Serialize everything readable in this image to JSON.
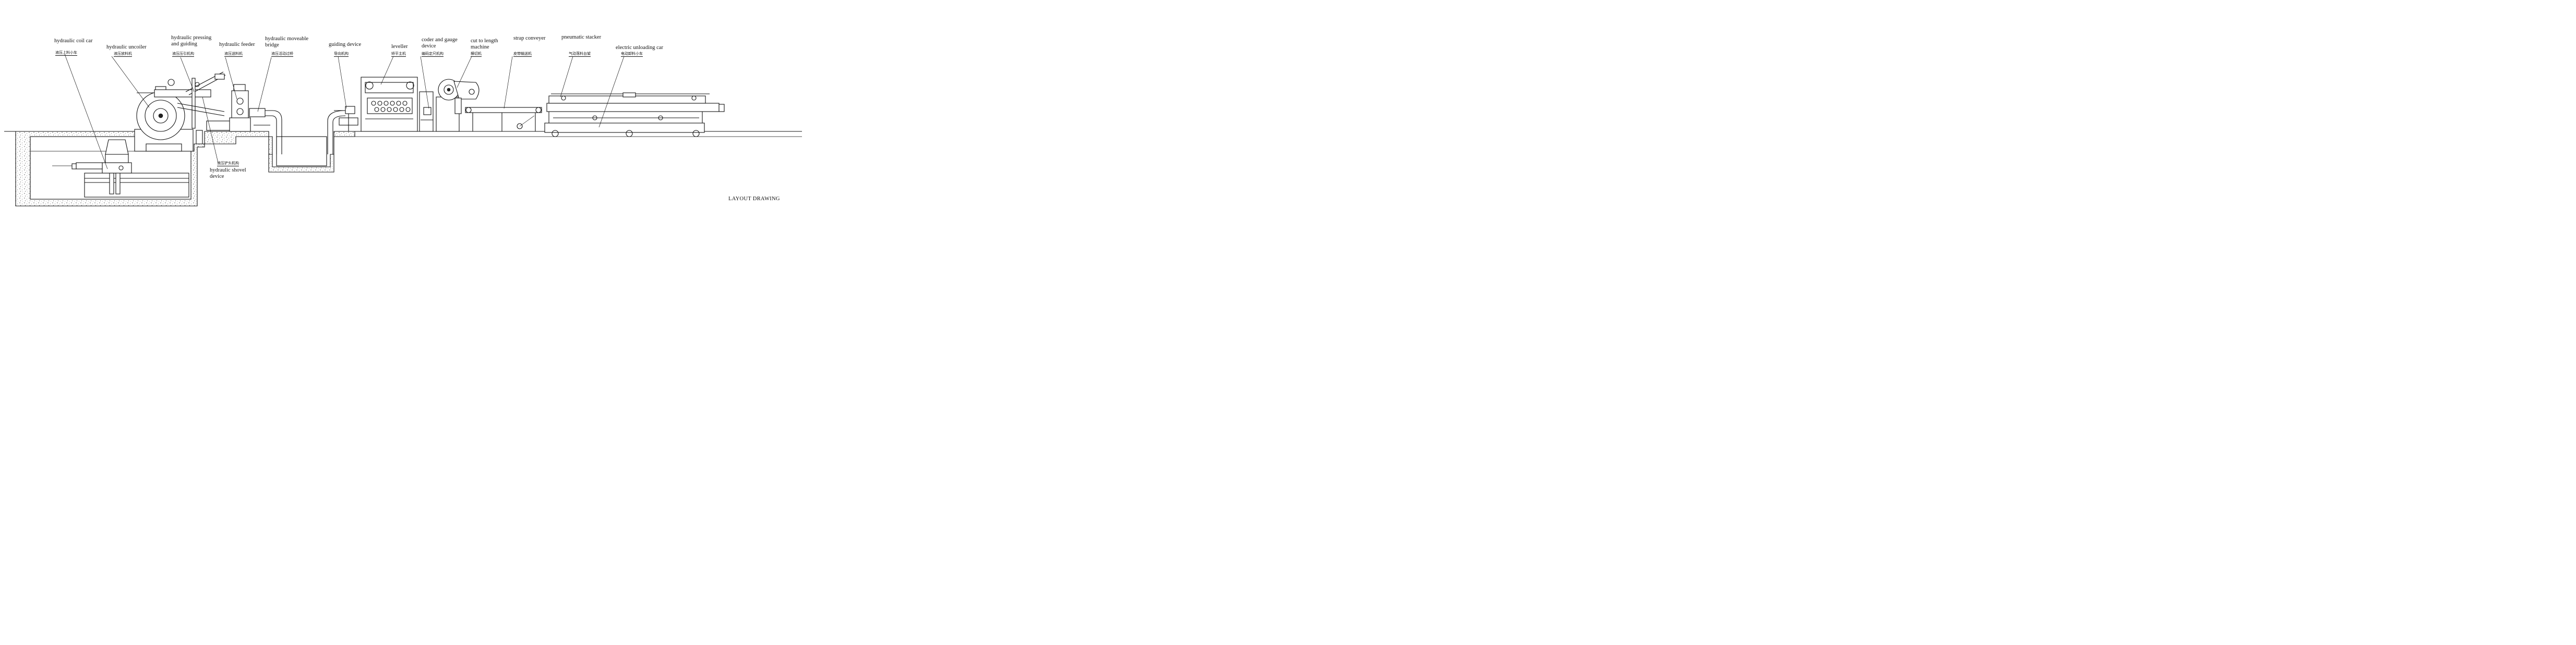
{
  "components": [
    {
      "id": "coil-car",
      "en": "hydraulic coil car",
      "cn": "液压上料小车"
    },
    {
      "id": "uncoiler",
      "en": "hydraulic uncoiler",
      "cn": "液压放料机"
    },
    {
      "id": "pressing",
      "en": "hydraulic pressing and guiding",
      "cn": "液压压引机构"
    },
    {
      "id": "feeder",
      "en": "hydraulic feeder",
      "cn": "液压送料机"
    },
    {
      "id": "bridge",
      "en": "hydraulic moveable bridge",
      "cn": "液压活动过桥"
    },
    {
      "id": "guiding",
      "en": "guiding device",
      "cn": "导向机构"
    },
    {
      "id": "leveller",
      "en": "leveller",
      "cn": "矫平主机"
    },
    {
      "id": "coder",
      "en": "coder and gauge device",
      "cn": "编码定尺机构"
    },
    {
      "id": "cutter",
      "en": "cut to length machine",
      "cn": "横切机"
    },
    {
      "id": "strap",
      "en": "strap conveyer",
      "cn": "皮带输送机"
    },
    {
      "id": "stacker",
      "en": "pneumatic stacker",
      "cn": "气动落料台架"
    },
    {
      "id": "unloading",
      "en": "electric unloading car",
      "cn": "电动卸料小车"
    },
    {
      "id": "shovel",
      "en": "hydraulic shovel device",
      "cn": "液压铲头机构"
    }
  ],
  "drawing_title": "LAYOUT DRAWING"
}
